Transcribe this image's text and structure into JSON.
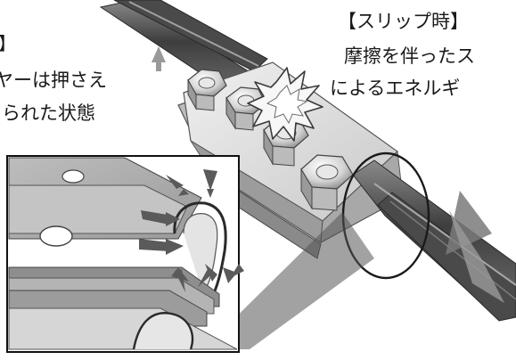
{
  "labels": {
    "left_heading": "時】",
    "left_line1": "ヤーは押さえ",
    "left_line2": "られた状態",
    "right_heading": "【スリップ時】",
    "right_line1": "摩擦を伴ったス",
    "right_line2": "によるエネルギ"
  },
  "colors": {
    "background": "#ffffff",
    "text": "#1a1a1a",
    "metal_light": "#e4e4e4",
    "metal_mid": "#c4c4c4",
    "metal_dark": "#8e8e8e",
    "wire_dark": "#3e3e3e",
    "wire_light": "#8a8a8a",
    "arrow": "#5a5a5a"
  }
}
